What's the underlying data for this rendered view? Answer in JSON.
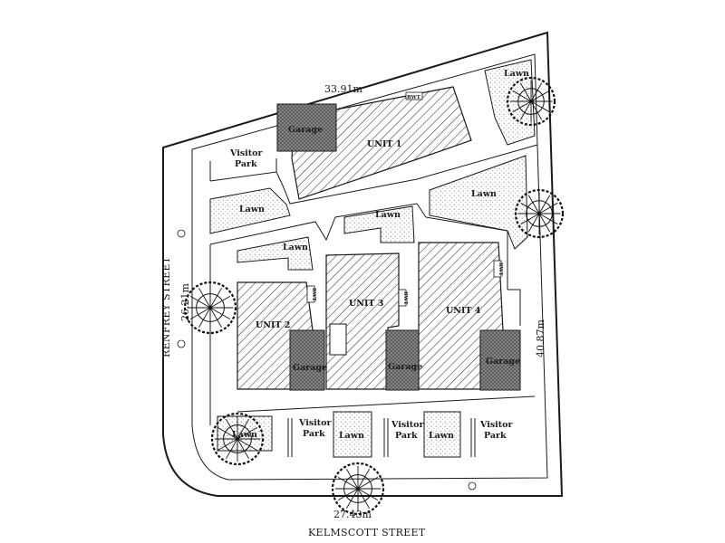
{
  "dimensions": {
    "north": "33.91m",
    "west": "26.21m",
    "east": "40.87m",
    "south": "27.43m"
  },
  "streets": {
    "west": "RENFREY STREET",
    "south": "KELMSCOTT STREET"
  },
  "units": {
    "u1": "UNIT 1",
    "u2": "UNIT 2",
    "u3": "UNIT 3",
    "u4": "UNIT 4"
  },
  "labels": {
    "garage": "Garage",
    "lawn": "Lawn",
    "visitor": "Visitor",
    "park": "Park",
    "rwt": "RWT"
  },
  "colors": {
    "line": "#1a1a1a",
    "hatch": "#333333",
    "background": "#ffffff"
  }
}
